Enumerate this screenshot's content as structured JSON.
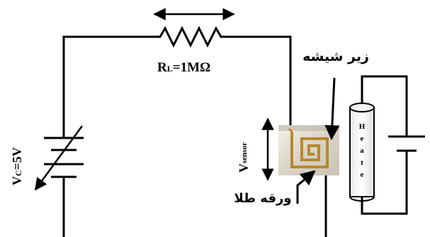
{
  "labels": {
    "load_resistor_main": "R",
    "load_resistor_sub": "L",
    "load_resistor_value": "=1MΩ",
    "supply_voltage_main": "V",
    "supply_voltage_sub": "C",
    "supply_voltage_value": "=5V",
    "sensor_voltage_main": "V",
    "sensor_voltage_sub": "sensor",
    "glass_substrate": "زیر شیشه",
    "gold_sheet": "ورقه طلا",
    "heater_letters": [
      "H",
      "e",
      "a",
      "t",
      "e"
    ]
  }
}
